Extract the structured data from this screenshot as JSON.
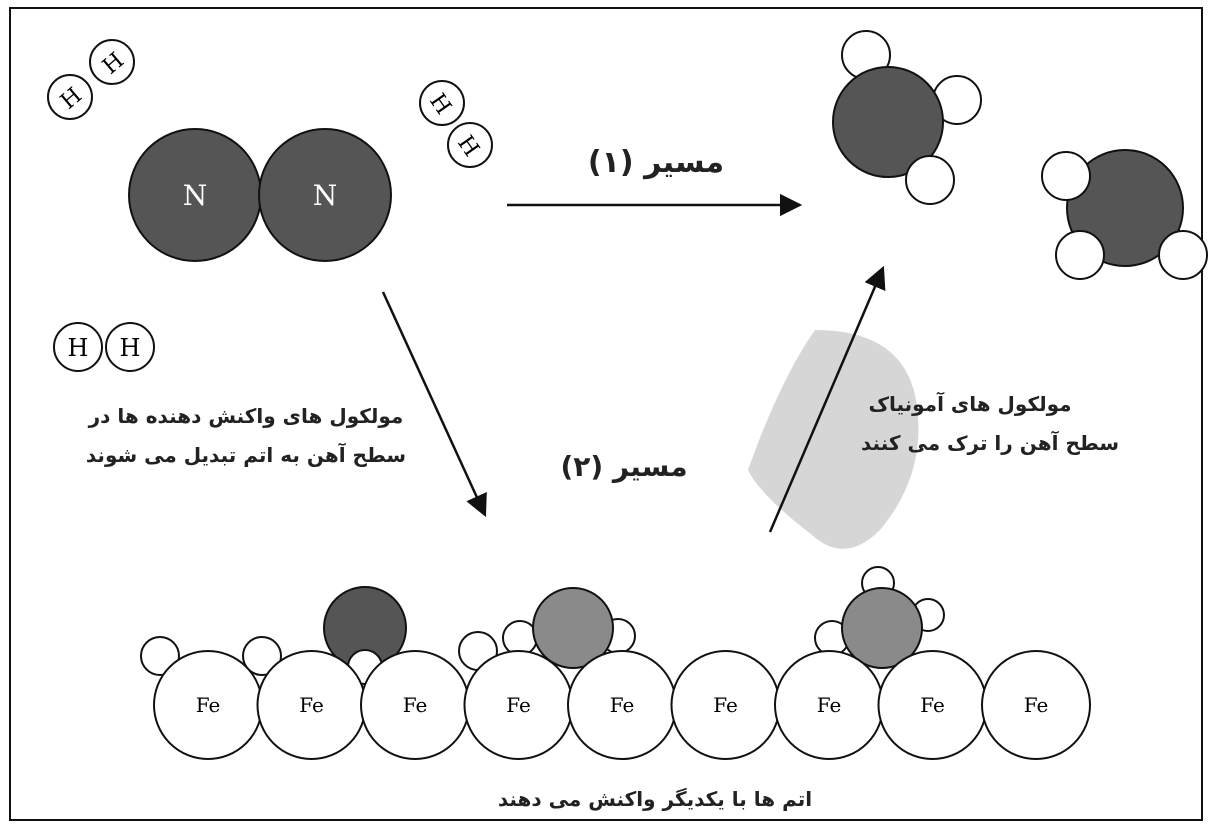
{
  "atoms": {
    "nitrogen": "N",
    "hydrogen": "H",
    "iron": "Fe"
  },
  "paths": {
    "route_1": "مسیر (۱)",
    "route_2": "مسیر (۲)"
  },
  "captions": {
    "reactants_to_atoms_line1": "مولکول های واکنش دهنده ها در",
    "reactants_to_atoms_line2": "سطح آهن به اتم تبدیل می شوند",
    "ammonia_leaves_line1": "مولکول های آمونیاک",
    "ammonia_leaves_line2": "سطح آهن را ترک می کنند",
    "atoms_react": "اتم ها با یکدیگر واکنش می دهند"
  },
  "colors": {
    "dark_atom": "#555555",
    "gray_atom": "#8a8a8a",
    "white_atom": "#ffffff",
    "highlight": "#cfcfcf"
  }
}
